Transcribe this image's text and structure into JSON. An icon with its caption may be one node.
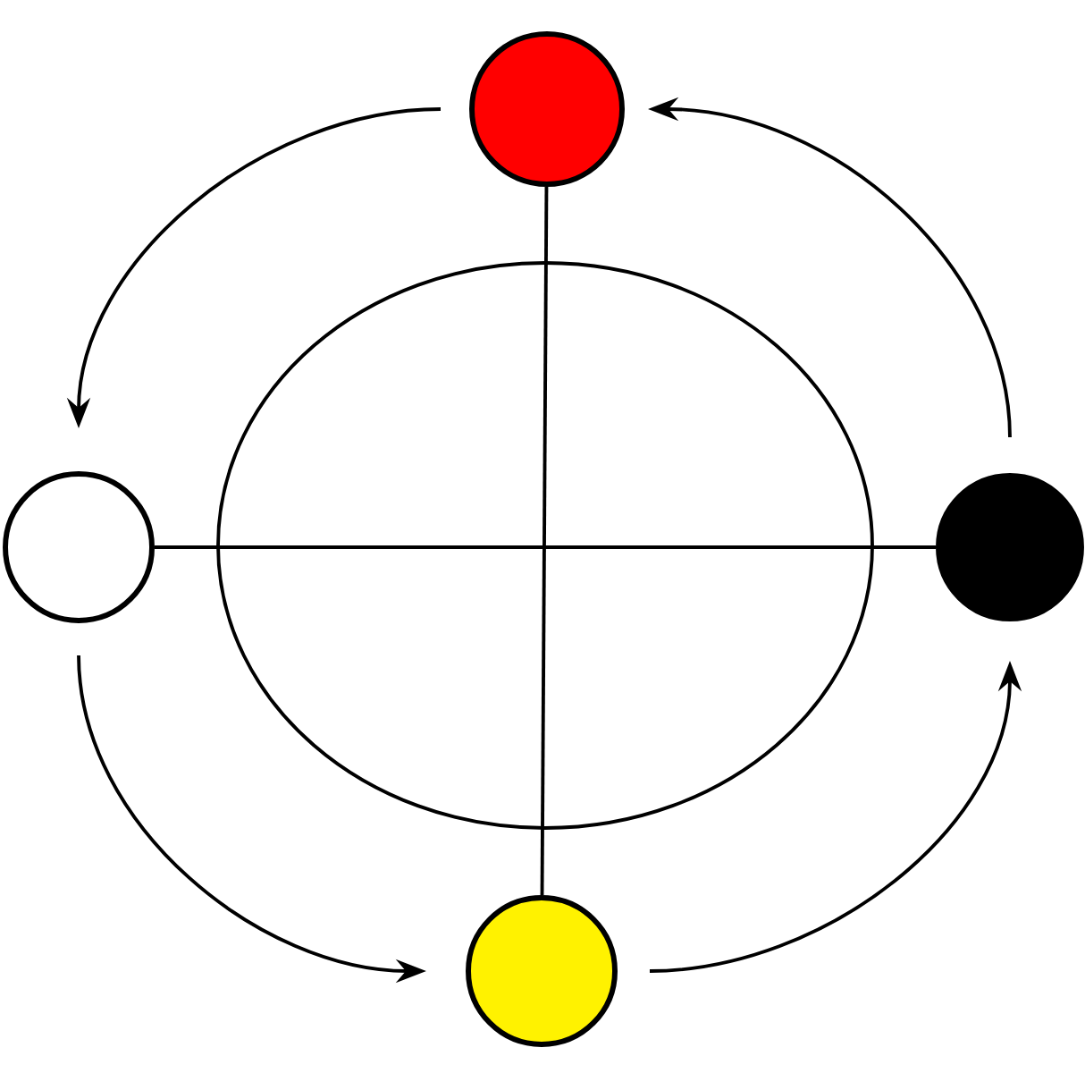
{
  "diagram": {
    "nodes": [
      {
        "text": [],
        "shape": "circle"
      },
      {
        "text": [],
        "shape": "circle"
      },
      {
        "text": [],
        "shape": "circle"
      },
      {
        "text": [],
        "shape": "circle"
      }
    ],
    "edges": [
      {
        "from": 0,
        "to": 1,
        "arrow": "to"
      },
      {
        "from": 1,
        "to": 3,
        "arrow": "to"
      },
      {
        "from": 3,
        "to": 2,
        "arrow": "to"
      },
      {
        "from": 2,
        "to": 0,
        "arrow": "to"
      },
      {
        "from": 0,
        "to": 3,
        "arrow": "none"
      },
      {
        "from": 1,
        "to": 2,
        "arrow": "none"
      }
    ]
  }
}
